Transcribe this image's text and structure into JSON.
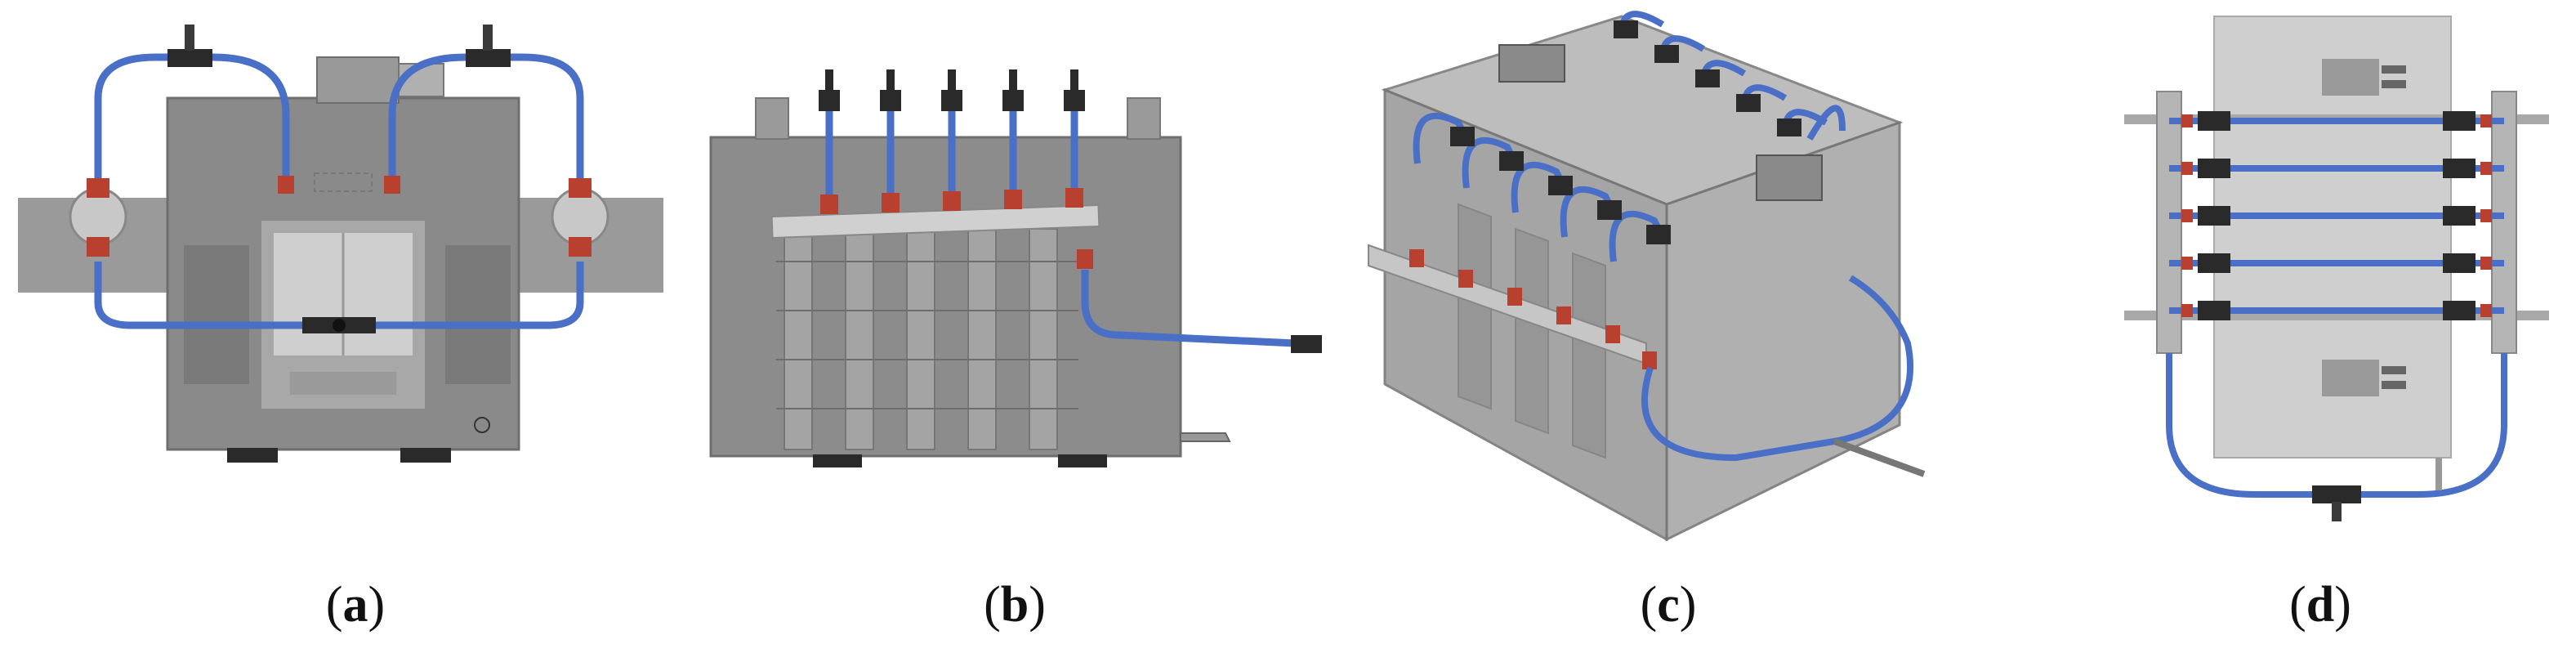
{
  "figure": {
    "panels": [
      {
        "id": "a",
        "caption_open": "(",
        "caption_letter": "a",
        "caption_close": ")",
        "view": "front-view"
      },
      {
        "id": "b",
        "caption_open": "(",
        "caption_letter": "b",
        "caption_close": ")",
        "view": "side-view"
      },
      {
        "id": "c",
        "caption_open": "(",
        "caption_letter": "c",
        "caption_close": ")",
        "view": "isometric-view"
      },
      {
        "id": "d",
        "caption_open": "(",
        "caption_letter": "d",
        "caption_close": ")",
        "view": "top-view"
      }
    ]
  },
  "colors": {
    "tank_body": "#8c8c8c",
    "tank_dark": "#6e6e6e",
    "tank_light": "#c2c2c2",
    "tube_blue": "#4a6fc7",
    "fitting_red": "#b8402e",
    "connector_dark": "#2a2a2a",
    "rail_gray": "#a8a8a8"
  }
}
